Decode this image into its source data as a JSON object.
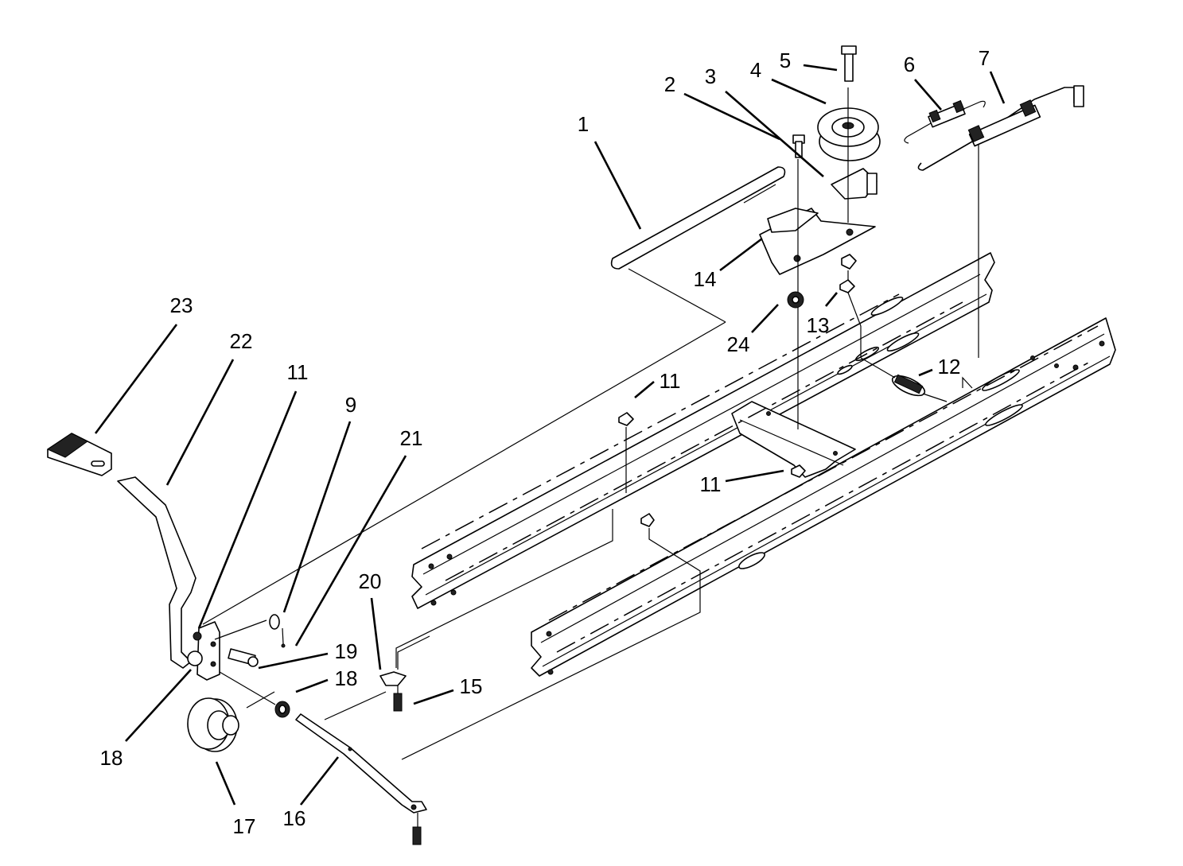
{
  "colors": {
    "ink": "#000000",
    "paper": "#ffffff"
  },
  "callouts": [
    {
      "label": "1"
    },
    {
      "label": "2"
    },
    {
      "label": "3"
    },
    {
      "label": "4"
    },
    {
      "label": "5"
    },
    {
      "label": "6"
    },
    {
      "label": "7"
    },
    {
      "label": "14"
    },
    {
      "label": "24"
    },
    {
      "label": "13"
    },
    {
      "label": "12"
    },
    {
      "label": "11"
    },
    {
      "label": "11"
    },
    {
      "label": "23"
    },
    {
      "label": "22"
    },
    {
      "label": "11"
    },
    {
      "label": "9"
    },
    {
      "label": "21"
    },
    {
      "label": "20"
    },
    {
      "label": "19"
    },
    {
      "label": "18"
    },
    {
      "label": "15"
    },
    {
      "label": "18"
    },
    {
      "label": "17"
    },
    {
      "label": "16"
    }
  ],
  "parts": [
    {
      "name": "pedal-pad"
    },
    {
      "name": "pedal-arm"
    },
    {
      "name": "pivot-bracket"
    },
    {
      "name": "idler-pulley-lower"
    },
    {
      "name": "brake-rod"
    },
    {
      "name": "frame-rail-inner"
    },
    {
      "name": "frame-rail-outer"
    },
    {
      "name": "cross-member"
    },
    {
      "name": "idler-bracket"
    },
    {
      "name": "idler-pulley-upper"
    },
    {
      "name": "extension-spring"
    },
    {
      "name": "return-spring"
    },
    {
      "name": "clutch-rod"
    }
  ]
}
